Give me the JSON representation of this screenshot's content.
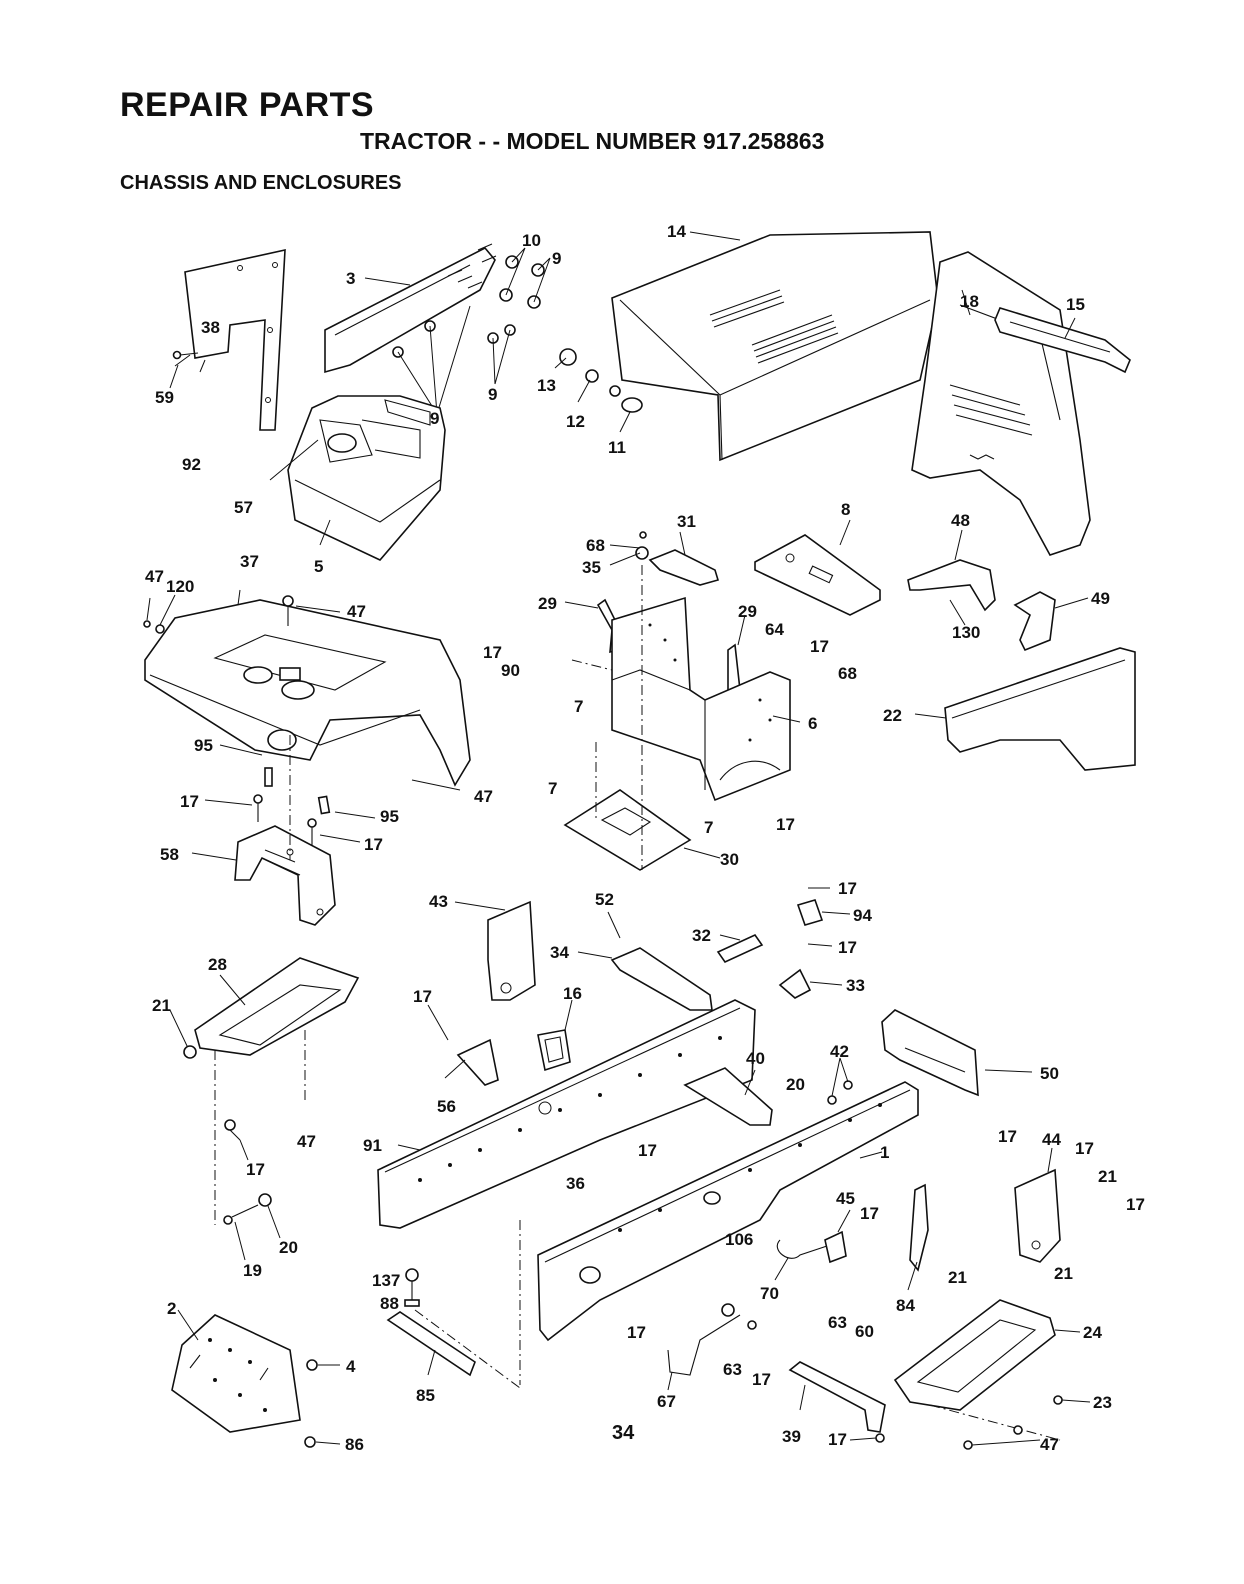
{
  "header": {
    "title": "REPAIR PARTS",
    "model_line": "TRACTOR - - MODEL NUMBER 917.258863",
    "section": "CHASSIS AND ENCLOSURES"
  },
  "page_number": "34",
  "callouts": [
    "10",
    "9",
    "3",
    "9",
    "9",
    "14",
    "18",
    "15",
    "38",
    "59",
    "92",
    "57",
    "13",
    "12",
    "11",
    "5",
    "31",
    "68",
    "35",
    "8",
    "48",
    "49",
    "130",
    "47",
    "120",
    "37",
    "47",
    "29",
    "17",
    "90",
    "29",
    "64",
    "17",
    "68",
    "7",
    "6",
    "22",
    "7",
    "7",
    "17",
    "30",
    "95",
    "17",
    "95",
    "47",
    "17",
    "58",
    "43",
    "52",
    "34",
    "32",
    "17",
    "94",
    "17",
    "33",
    "28",
    "21",
    "16",
    "17",
    "56",
    "47",
    "40",
    "42",
    "20",
    "50",
    "17",
    "91",
    "17",
    "1",
    "17",
    "44",
    "17",
    "21",
    "36",
    "45",
    "17",
    "17",
    "20",
    "19",
    "106",
    "70",
    "84",
    "21",
    "21",
    "137",
    "88",
    "2",
    "4",
    "85",
    "17",
    "63",
    "60",
    "63",
    "17",
    "67",
    "24",
    "39",
    "17",
    "23",
    "86",
    "47"
  ]
}
